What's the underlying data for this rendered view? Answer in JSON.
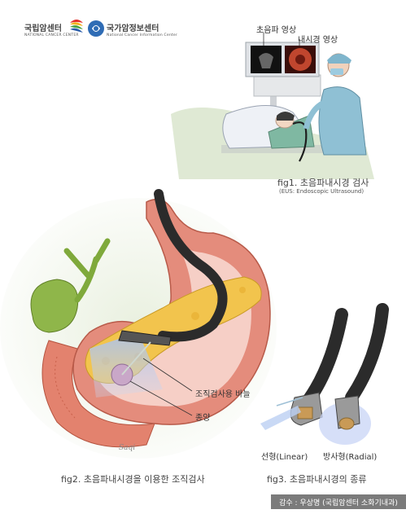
{
  "logos": {
    "ncc_name": "국립암센터",
    "ncc_sub": "NATIONAL CANCER CENTER",
    "cis_name": "국가암정보센터",
    "cis_sub": "National Cancer Information Center"
  },
  "fig1": {
    "monitor_left_label": "초음파 영상",
    "monitor_right_label": "내시경 영상",
    "title": "fig1. 초음파내시경 검사",
    "subtitle": "(EUS: Endoscopic Ultrasound)"
  },
  "fig2": {
    "label_needle": "조직검사용 바늘",
    "label_tumor": "종양",
    "title": "fig2. 초음파내시경을 이용한 조직검사",
    "signature": "Saqi"
  },
  "fig3": {
    "label_linear": "선형(Linear)",
    "label_radial": "방사형(Radial)",
    "title": "fig3. 초음파내시경의 종류"
  },
  "credit": "감수 : 우상명 (국립암센터 소화기내과)",
  "colors": {
    "stomach_outer": "#e48c7c",
    "stomach_inner": "#f6cfc6",
    "pancreas": "#f2c44d",
    "gallbladder": "#7fa93b",
    "scope": "#2b2b2b",
    "ultrasound_beam": "#9fb8e8",
    "credit_bg": "#7b7b7b"
  }
}
